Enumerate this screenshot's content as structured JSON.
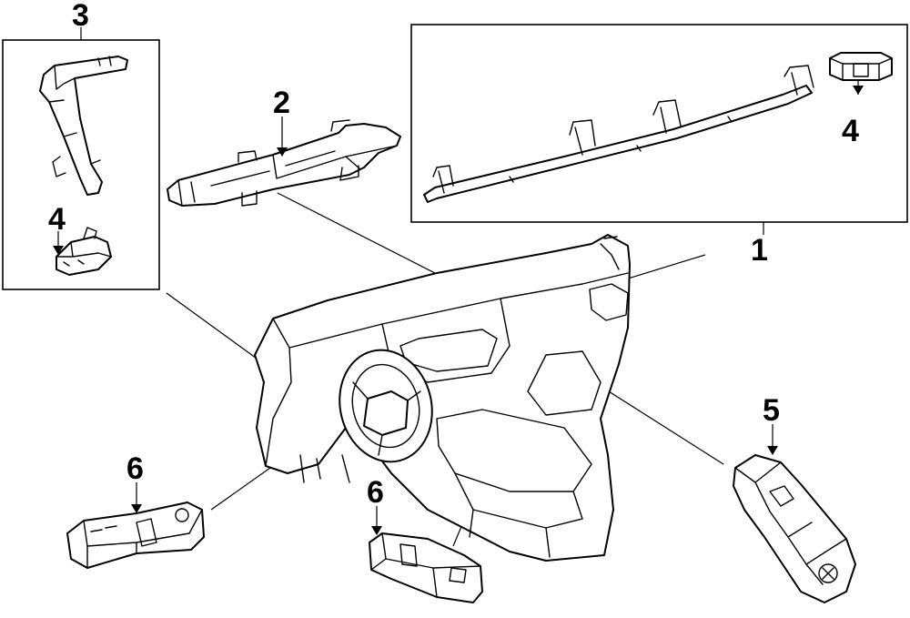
{
  "diagram": {
    "callouts": [
      {
        "id": "c1",
        "label": "1"
      },
      {
        "id": "c2",
        "label": "2"
      },
      {
        "id": "c3",
        "label": "3"
      },
      {
        "id": "c4a",
        "label": "4"
      },
      {
        "id": "c4b",
        "label": "4"
      },
      {
        "id": "c5",
        "label": "5"
      },
      {
        "id": "c6a",
        "label": "6"
      },
      {
        "id": "c6b",
        "label": "6"
      }
    ]
  }
}
